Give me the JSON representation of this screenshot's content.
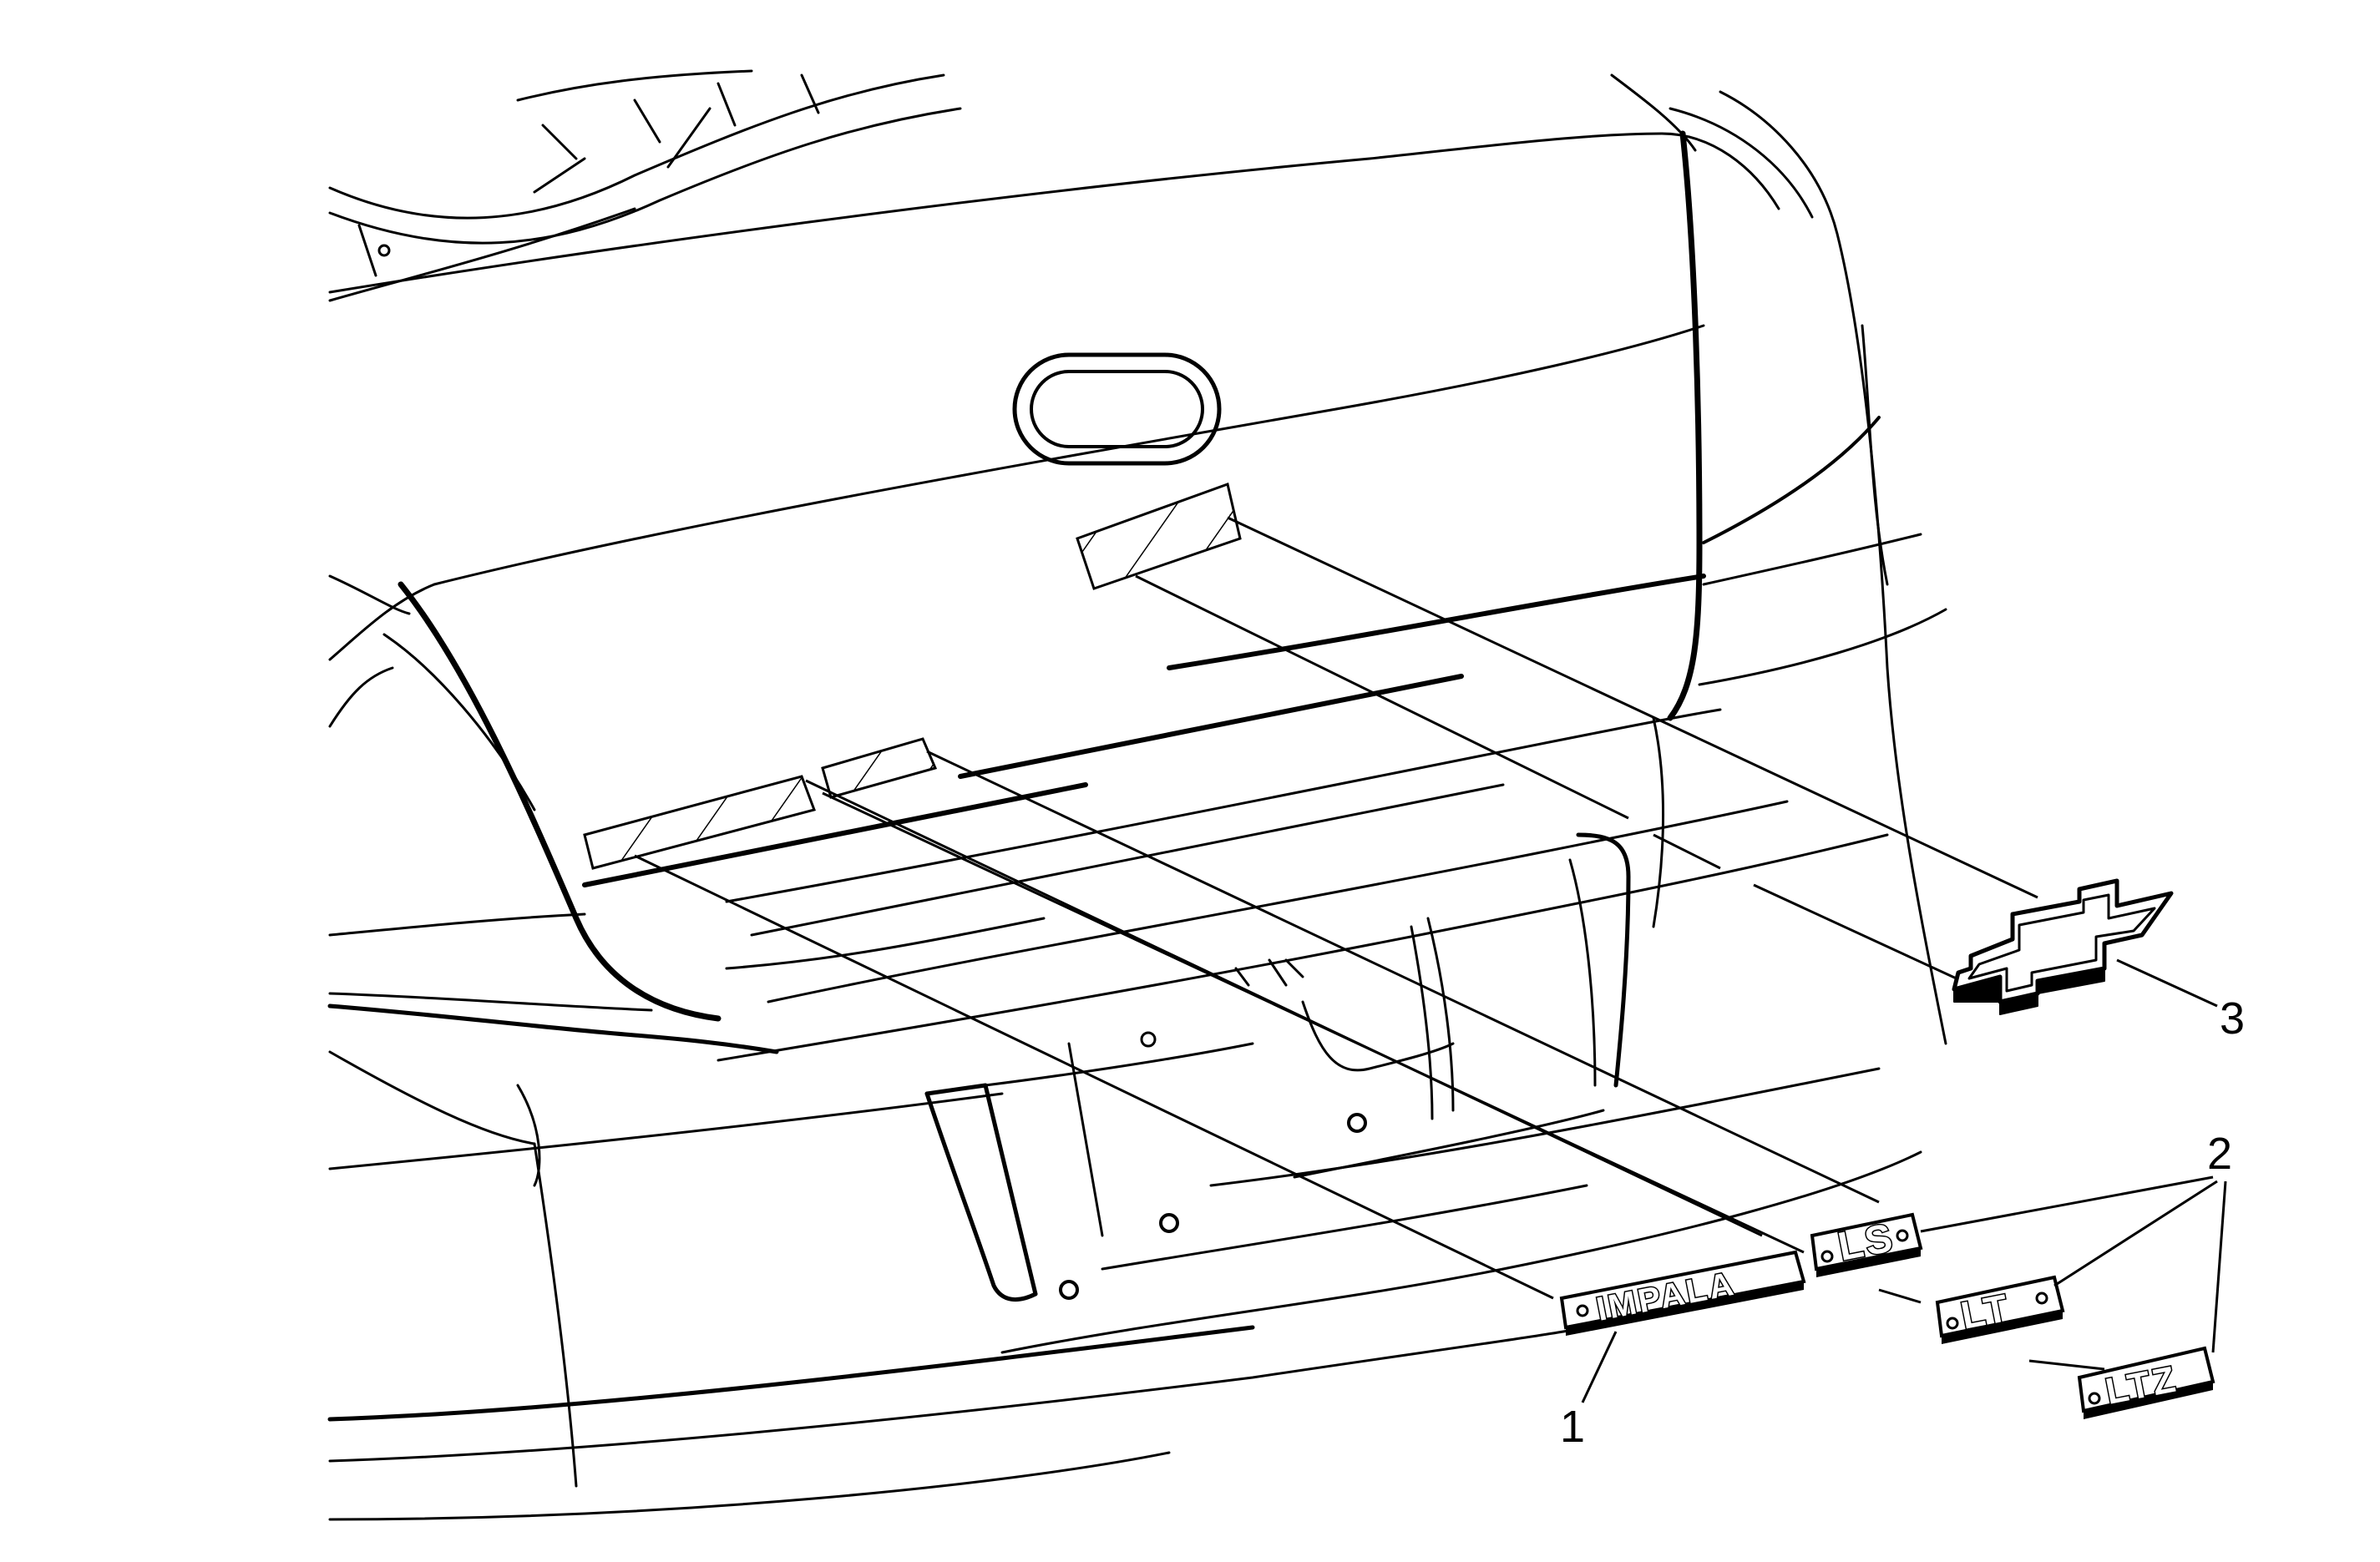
{
  "diagram": {
    "callouts": [
      {
        "id": "1",
        "label": "1"
      },
      {
        "id": "2",
        "label": "2"
      },
      {
        "id": "3",
        "label": "3"
      }
    ],
    "badges": {
      "impala": "IMPALA",
      "ls": "LS",
      "lt": "LT",
      "ltz": "LTZ"
    }
  }
}
